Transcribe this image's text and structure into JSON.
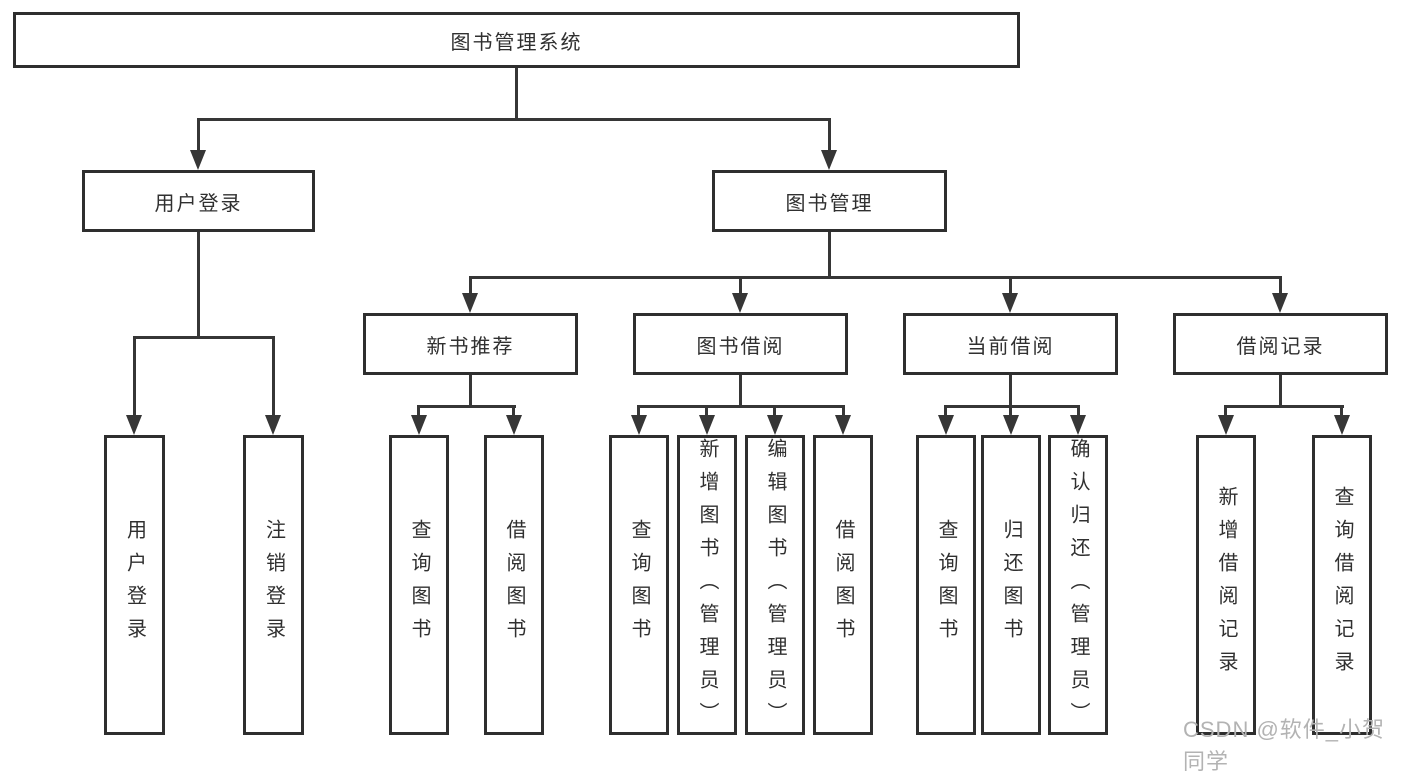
{
  "tree": {
    "root": {
      "label": "图书管理系统",
      "children": [
        {
          "label": "用户登录",
          "children": [
            {
              "label": "用户登录"
            },
            {
              "label": "注销登录"
            }
          ]
        },
        {
          "label": "图书管理",
          "children": [
            {
              "label": "新书推荐",
              "children": [
                {
                  "label": "查询图书"
                },
                {
                  "label": "借阅图书"
                }
              ]
            },
            {
              "label": "图书借阅",
              "children": [
                {
                  "label": "查询图书"
                },
                {
                  "label": "新增图书（管理员）"
                },
                {
                  "label": "编辑图书（管理员）"
                },
                {
                  "label": "借阅图书"
                }
              ]
            },
            {
              "label": "当前借阅",
              "children": [
                {
                  "label": "查询图书"
                },
                {
                  "label": "归还图书"
                },
                {
                  "label": "确认归还（管理员）"
                }
              ]
            },
            {
              "label": "借阅记录",
              "children": [
                {
                  "label": "新增借阅记录"
                },
                {
                  "label": "查询借阅记录"
                }
              ]
            }
          ]
        }
      ]
    }
  },
  "watermark": {
    "text": "CSDN @软件_小贺同学"
  },
  "colors": {
    "line": "#363636",
    "box_border": "#2e2e2e",
    "text": "#303030",
    "watermark": "#b3b3b3",
    "background": "#ffffff"
  }
}
